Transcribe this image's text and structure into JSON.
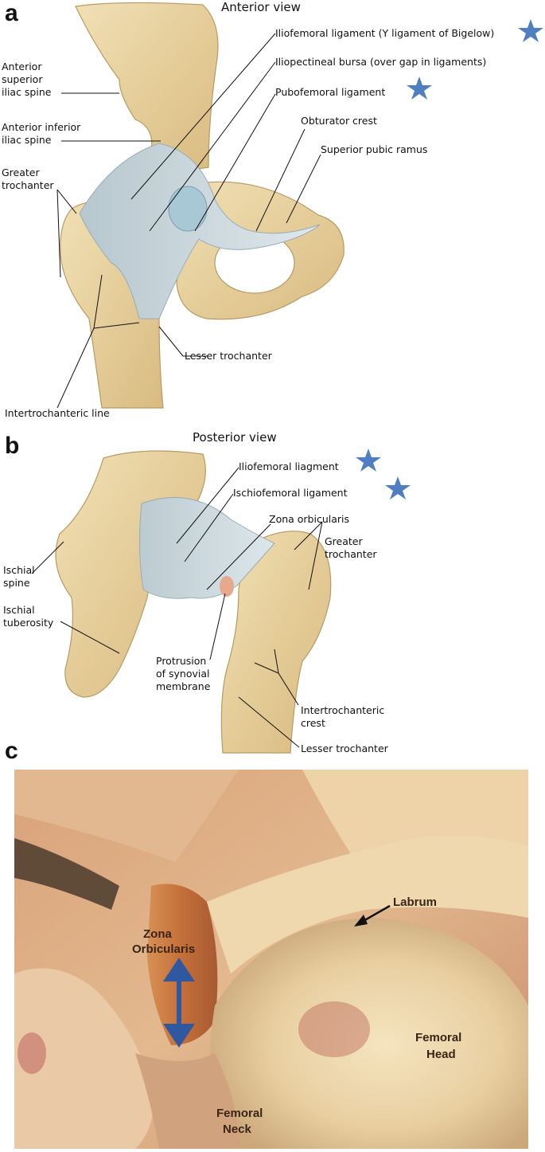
{
  "panels": {
    "a": {
      "letter": "a",
      "view": "Anterior view",
      "labels": {
        "iliofemoral": "Iliofemoral ligament (Y ligament of Bigelow)",
        "iliopectineal": "Iliopectineal bursa (over gap in ligaments)",
        "pubofemoral": "Pubofemoral ligament",
        "obturator_crest": "Obturator crest",
        "superior_pubic_ramus": "Superior pubic ramus",
        "asis_1": "Anterior",
        "asis_2": "superior",
        "asis_3": "iliac spine",
        "aiis_1": "Anterior inferior",
        "aiis_2": "iliac spine",
        "greater_troch_1": "Greater",
        "greater_troch_2": "trochanter",
        "lesser_troch": "Lesser trochanter",
        "intertroch_line": "Intertrochanteric line"
      }
    },
    "b": {
      "letter": "b",
      "view": "Posterior view",
      "labels": {
        "iliofemoral": "Iliofemoral liagment",
        "ischiofemoral": "Ischiofemoral ligament",
        "zona": "Zona orbicularis",
        "greater_troch_1": "Greater",
        "greater_troch_2": "trochanter",
        "ischial_spine_1": "Ischial",
        "ischial_spine_2": "spine",
        "ischial_tub_1": "Ischial",
        "ischial_tub_2": "tuberosity",
        "protrusion_1": "Protrusion",
        "protrusion_2": "of synovial",
        "protrusion_3": "membrane",
        "intertroch_crest_1": "Intertrochanteric",
        "intertroch_crest_2": "crest",
        "lesser_troch": "Lesser trochanter"
      }
    },
    "c": {
      "letter": "c",
      "labels": {
        "zona_1": "Zona",
        "zona_2": "Orbicularis",
        "labrum": "Labrum",
        "femoral_head_1": "Femoral",
        "femoral_head_2": "Head",
        "femoral_neck_1": "Femoral",
        "femoral_neck_2": "Neck"
      }
    }
  },
  "colors": {
    "star": "#4f7fc1",
    "arrow": "#2f58a0",
    "bone": "#e9d3a2",
    "ligament": "#c9d6dc"
  },
  "icons": [
    "star-icon",
    "double-arrow-icon",
    "pointer-arrow-icon"
  ]
}
